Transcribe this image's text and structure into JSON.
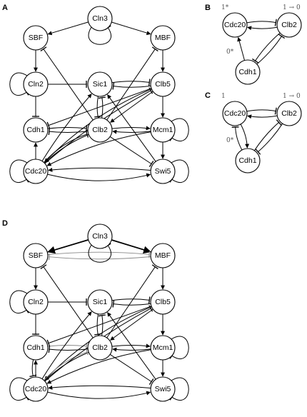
{
  "panels": {
    "A": {
      "letter": "A",
      "nodes": [
        {
          "id": "Cln3",
          "label": "Cln3"
        },
        {
          "id": "SBF",
          "label": "SBF"
        },
        {
          "id": "MBF",
          "label": "MBF"
        },
        {
          "id": "Cln2",
          "label": "Cln2"
        },
        {
          "id": "Sic1",
          "label": "Sic1"
        },
        {
          "id": "Clb5",
          "label": "Clb5"
        },
        {
          "id": "Cdh1",
          "label": "Cdh1"
        },
        {
          "id": "Clb2",
          "label": "Clb2"
        },
        {
          "id": "Mcm1",
          "label": "Mcm1"
        },
        {
          "id": "Cdc20",
          "label": "Cdc20"
        },
        {
          "id": "Swi5",
          "label": "Swi5"
        }
      ]
    },
    "B": {
      "letter": "B",
      "nodes": [
        {
          "id": "Cdc20",
          "label": "Cdc20"
        },
        {
          "id": "Clb2",
          "label": "Clb2"
        },
        {
          "id": "Cdh1",
          "label": "Cdh1"
        }
      ],
      "annotations": {
        "Cdc20": "1*",
        "Clb2": "1 → 0",
        "Cdh1": "0*"
      }
    },
    "C": {
      "letter": "C",
      "nodes": [
        {
          "id": "Cdc20",
          "label": "Cdc20"
        },
        {
          "id": "Clb2",
          "label": "Clb2"
        },
        {
          "id": "Cdh1",
          "label": "Cdh1"
        }
      ],
      "annotations": {
        "Cdc20": "1",
        "Clb2": "1 → 0",
        "Cdh1": "0*"
      }
    },
    "D": {
      "letter": "D",
      "nodes": [
        {
          "id": "Cln3",
          "label": "Cln3"
        },
        {
          "id": "SBF",
          "label": "SBF"
        },
        {
          "id": "MBF",
          "label": "MBF"
        },
        {
          "id": "Cln2",
          "label": "Cln2"
        },
        {
          "id": "Sic1",
          "label": "Sic1"
        },
        {
          "id": "Clb5",
          "label": "Clb5"
        },
        {
          "id": "Cdh1",
          "label": "Cdh1"
        },
        {
          "id": "Clb2",
          "label": "Clb2"
        },
        {
          "id": "Mcm1",
          "label": "Mcm1"
        },
        {
          "id": "Cdc20",
          "label": "Cdc20"
        },
        {
          "id": "Swi5",
          "label": "Swi5"
        }
      ]
    }
  },
  "colors": {
    "ink": "#000000",
    "annotation": "#555555",
    "weak_edge": "#888888"
  }
}
